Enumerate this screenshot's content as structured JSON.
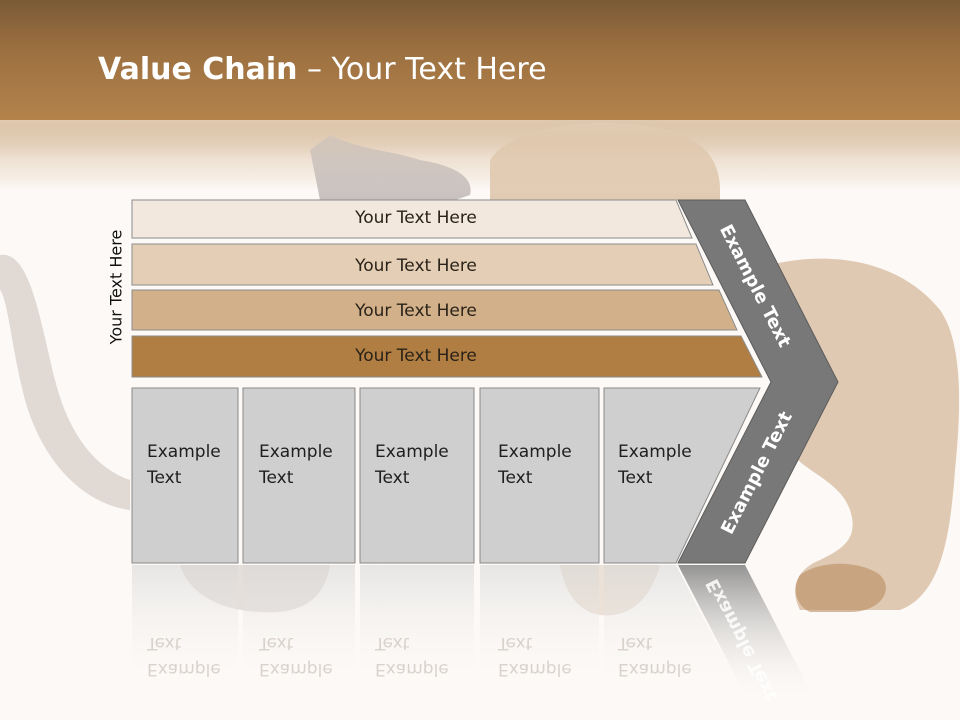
{
  "slide": {
    "title_bold": "Value Chain",
    "title_rest": " – Your Text Here",
    "side_label": "Your Text Here"
  },
  "bands": [
    {
      "label": "Your Text Here",
      "color": "#f2e8de"
    },
    {
      "label": "Your Text Here",
      "color": "#e4cfb6"
    },
    {
      "label": "Your Text Here",
      "color": "#d2b18a"
    },
    {
      "label": "Your Text Here",
      "color": "#b07e42"
    }
  ],
  "boxes": [
    {
      "label": "Example\nText"
    },
    {
      "label": "Example\nText"
    },
    {
      "label": "Example\nText"
    },
    {
      "label": "Example\nText"
    },
    {
      "label": "Example\nText"
    }
  ],
  "arrow": {
    "upper_label": "Example Text",
    "lower_label": "Example Text",
    "color": "#787878"
  },
  "colors": {
    "box_fill": "#cfcfcf",
    "box_border": "#8a8a8a",
    "title_text": "#ffffff",
    "header_brown": "#a67a48"
  }
}
